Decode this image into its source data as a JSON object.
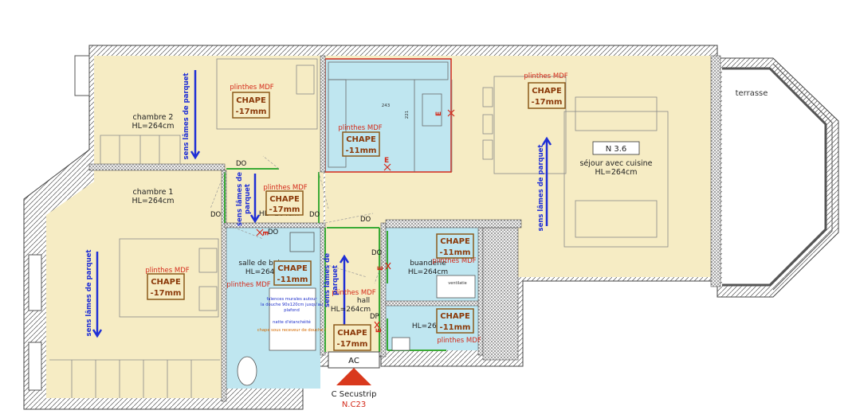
{
  "rooms": {
    "chambre2": {
      "name": "chambre 2",
      "height": "HL=264cm"
    },
    "chambre1": {
      "name": "chambre 1",
      "height": "HL=264cm"
    },
    "sejour": {
      "name": "séjour avec cuisine",
      "height": "HL=264cm",
      "ref": "N 3.6"
    },
    "terrasse": {
      "name": "terrasse"
    },
    "hall_top": {
      "name": "hall",
      "height": "HL=264cm"
    },
    "salle_de_bain": {
      "name": "salle de bain",
      "height": "HL=264cm"
    },
    "buanderie": {
      "name": "buanderie",
      "height": "HL=264cm"
    },
    "hall_bottom": {
      "name": "hall",
      "height": "HL=264cm"
    },
    "wc": {
      "height": "HL=264cm"
    }
  },
  "labels": {
    "plinthes": "plinthes MDF",
    "chape": "CHAPE",
    "chape_17": "-17mm",
    "chape_11": "-11mm",
    "parquet": "sens lâmes de parquet",
    "parquet_hall1": "sens lâmes de",
    "parquet_hall2": "parquet",
    "do": "DO",
    "dp": "DP",
    "e": "E",
    "ac": "AC",
    "secustrip": "C Secustrip",
    "nc23": "N.C23",
    "ventilation": "ventilatie",
    "dim_243": "243",
    "dim_221": "221"
  },
  "notes": {
    "faience_1": "faïences murales autour",
    "faience_2": "la douche 90x120cm jusqu'au",
    "faience_3": "plafond",
    "natte_1": "natte d'étanchéité",
    "natte_2": "chape sous receveur de douche !"
  },
  "colors": {
    "floor": "#f6ecc4",
    "wet": "#bfe6f0",
    "wall": "#777777",
    "parquet_arrow": "#1f2fd6",
    "plinthes": "#d42a1a",
    "chape_border": "#8b5a1a",
    "note_blue": "#2233cc",
    "note_orange": "#d46a00",
    "marker": "#d9391d"
  }
}
